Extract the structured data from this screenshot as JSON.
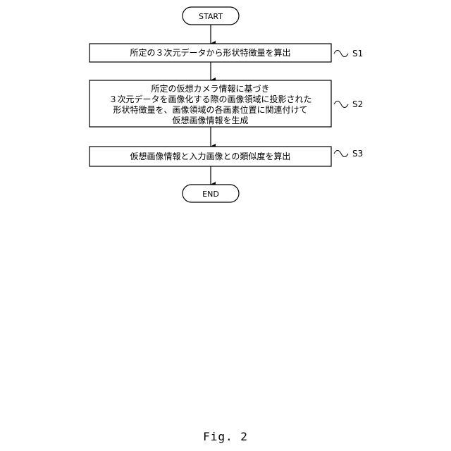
{
  "start_label": "START",
  "end_label": "END",
  "steps": [
    {
      "id": "S1",
      "lines": [
        "所定の３次元データから形状特徴量を算出"
      ]
    },
    {
      "id": "S2",
      "lines": [
        "所定の仮想カメラ情報に基づき",
        "３次元データを画像化する際の画像領域に投影された",
        "形状特徴量を、画像領域の各画素位置に関連付けて",
        "仮想画像情報を生成"
      ]
    },
    {
      "id": "S3",
      "lines": [
        "仮想画像情報と入力画像との類似度を算出"
      ]
    }
  ],
  "figure_caption": "Fig. 2"
}
